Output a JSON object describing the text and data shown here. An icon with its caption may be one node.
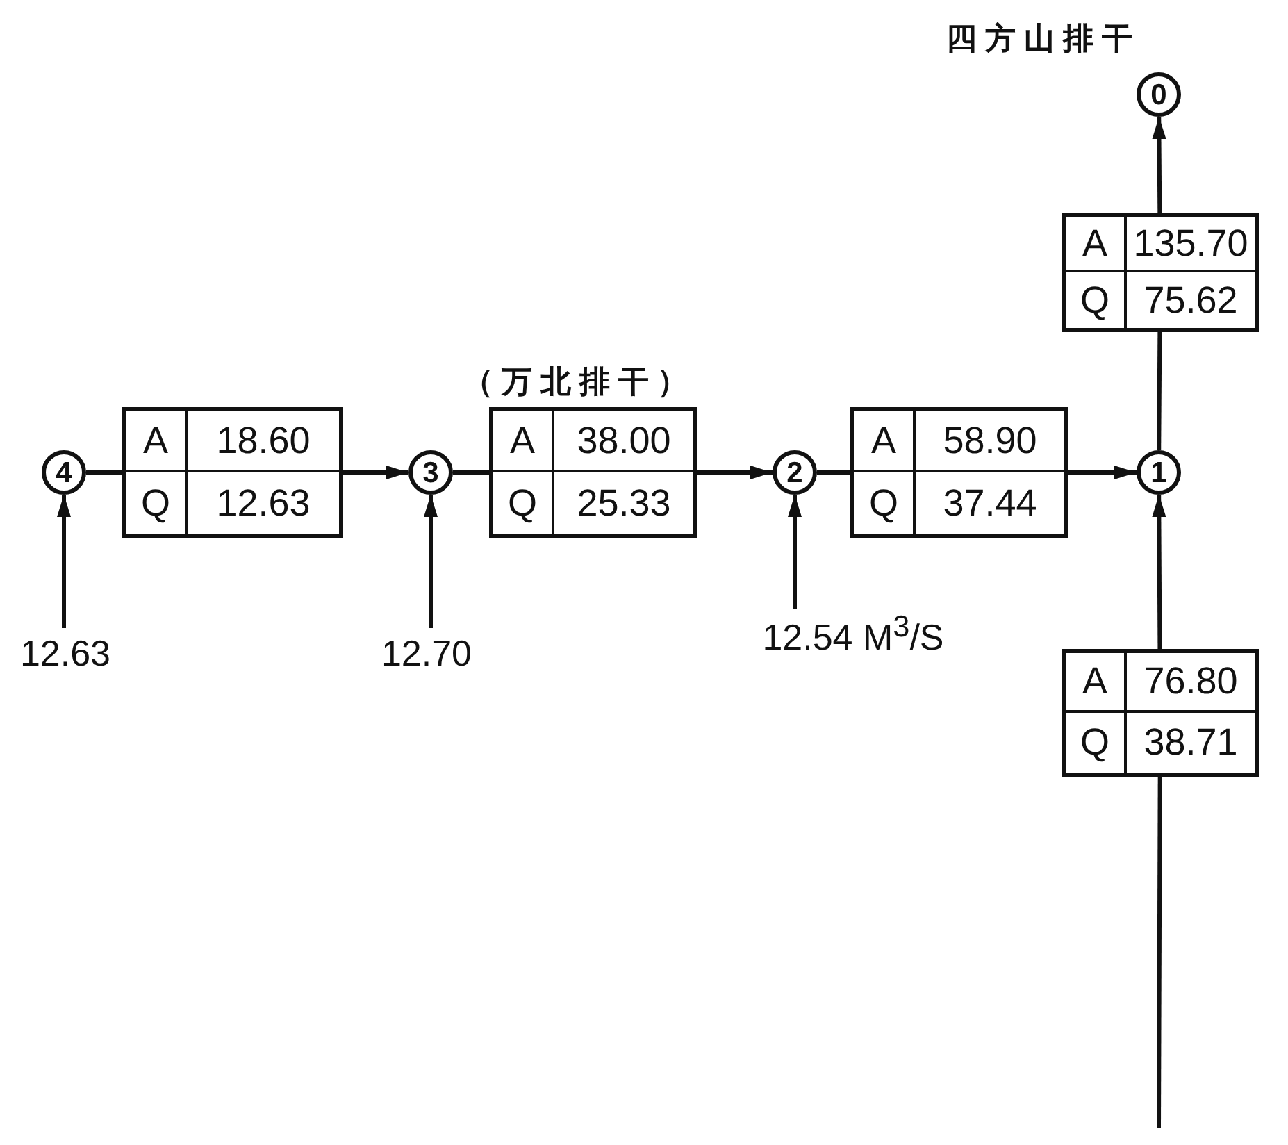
{
  "diagram": {
    "nodes": [
      {
        "text": [
          "0"
        ],
        "beside": [
          "四方山排干"
        ]
      },
      {
        "text": [
          "A",
          "135.70",
          "Q",
          "75.62"
        ]
      },
      {
        "text": [
          "4"
        ]
      },
      {
        "text": [
          "A",
          "18.60",
          "Q",
          "12.63"
        ]
      },
      {
        "text": [
          "3"
        ]
      },
      {
        "text": [
          "A",
          "38.00",
          "Q",
          "25.33"
        ],
        "beside": [
          "（万北排干）"
        ]
      },
      {
        "text": [
          "2"
        ]
      },
      {
        "text": [
          "A",
          "58.90",
          "Q",
          "37.44"
        ]
      },
      {
        "text": [
          "1"
        ]
      },
      {
        "text": [
          "12.63"
        ]
      },
      {
        "text": [
          "12.70"
        ]
      },
      {
        "text": [
          "12.54 M$^{3}$/S"
        ]
      },
      {
        "text": [
          "A",
          "76.80",
          "Q",
          "38.71"
        ]
      }
    ],
    "edges": [
      {
        "from": 2,
        "to": 3,
        "arrow": "none"
      },
      {
        "from": 3,
        "to": 4,
        "arrow": "to"
      },
      {
        "from": 4,
        "to": 5,
        "arrow": "none"
      },
      {
        "from": 5,
        "to": 6,
        "arrow": "to"
      },
      {
        "from": 6,
        "to": 7,
        "arrow": "none"
      },
      {
        "from": 7,
        "to": 8,
        "arrow": "to"
      },
      {
        "from": 8,
        "to": 1,
        "arrow": "none"
      },
      {
        "from": 1,
        "to": 0,
        "arrow": "to"
      },
      {
        "from": 9,
        "to": 2,
        "arrow": "to"
      },
      {
        "from": 10,
        "to": 4,
        "arrow": "to"
      },
      {
        "from": 11,
        "to": 6,
        "arrow": "to"
      },
      {
        "from": null,
        "to": 12,
        "arrow": "none"
      },
      {
        "from": 12,
        "to": 8,
        "arrow": "to"
      }
    ]
  }
}
